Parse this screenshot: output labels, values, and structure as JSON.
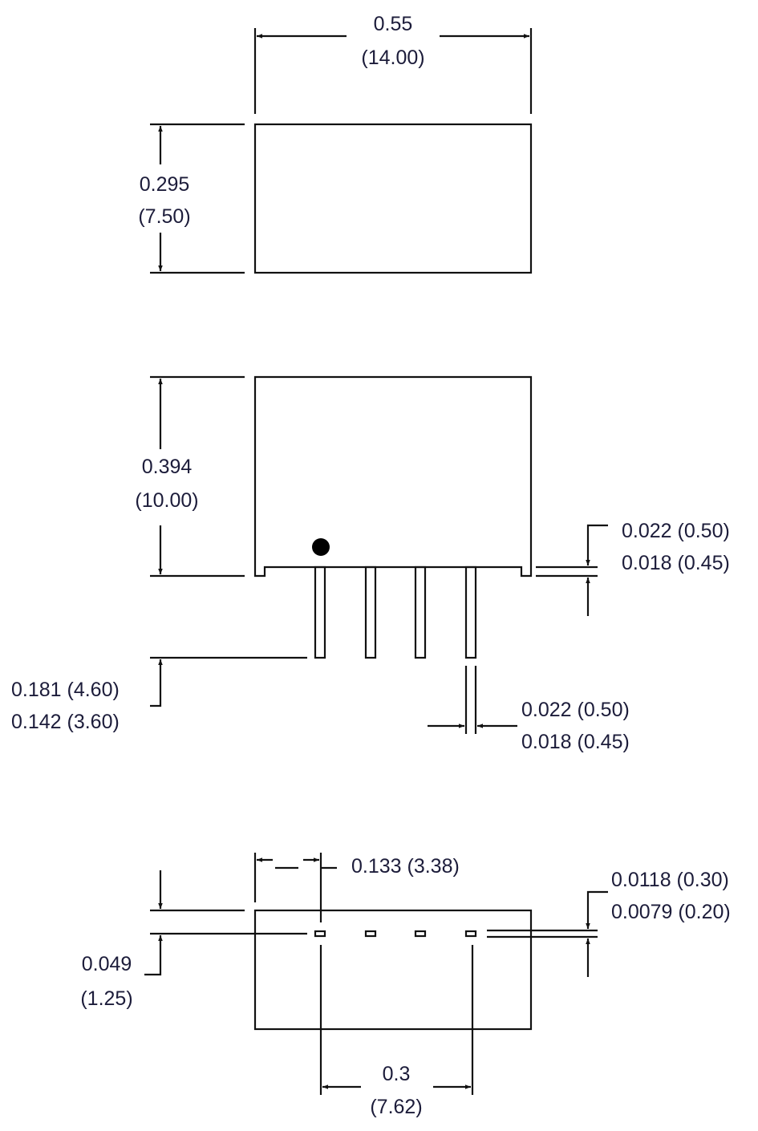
{
  "top_view": {
    "width_in": "0.55",
    "width_mm": "(14.00)",
    "depth_in": "0.295",
    "depth_mm": "(7.50)"
  },
  "side_view": {
    "height_in": "0.394",
    "height_mm": "(10.00)",
    "standoff_max": "0.022 (0.50)",
    "standoff_min": "0.018 (0.45)",
    "pin_length_max": "0.181 (4.60)",
    "pin_length_min": "0.142 (3.60)",
    "pin_width_max": "0.022 (0.50)",
    "pin_width_min": "0.018 (0.45)"
  },
  "bottom_view": {
    "pin1_offset": "0.133 (3.38)",
    "pin_row_in": "0.049",
    "pin_row_mm": "(1.25)",
    "pad_max": "0.0118 (0.30)",
    "pad_min": "0.0079 (0.20)",
    "pitch_in": "0.3",
    "pitch_mm": "(7.62)"
  }
}
